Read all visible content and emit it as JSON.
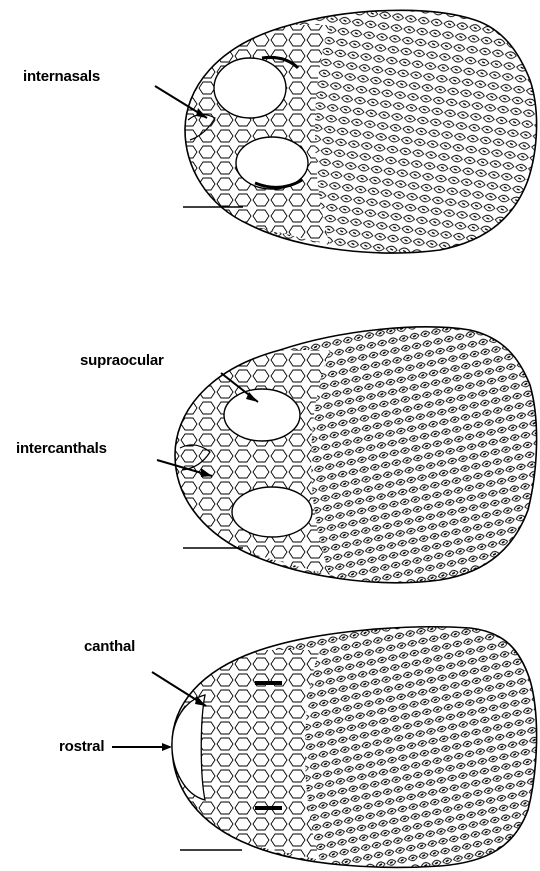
{
  "panels": [
    {
      "labels": [
        "internasals"
      ]
    },
    {
      "labels": [
        "supraocular",
        "intercanthals"
      ]
    },
    {
      "labels": [
        "canthal",
        "rostral"
      ]
    }
  ],
  "colors": {
    "ink": "#000000",
    "background": "#ffffff"
  }
}
